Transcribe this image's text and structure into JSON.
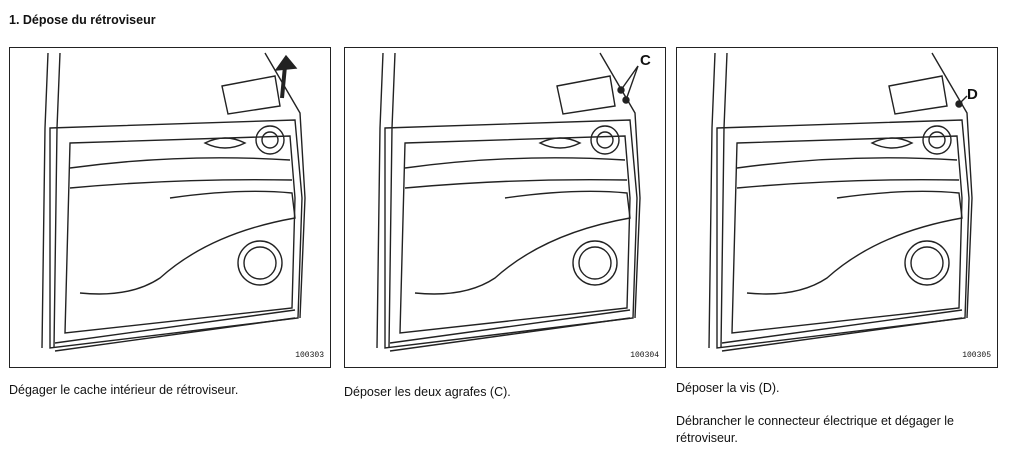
{
  "section_title": "1. Dépose du rétroviseur",
  "steps": [
    {
      "figure_ref": "100303",
      "callout": "",
      "caption": "Dégager le cache intérieur de rétroviseur."
    },
    {
      "figure_ref": "100304",
      "callout": "C",
      "caption": "Déposer les deux agrafes (C)."
    },
    {
      "figure_ref": "100305",
      "callout": "D",
      "caption": "Déposer la vis (D).",
      "caption2": "Débrancher le connecteur électrique et dégager le rétroviseur."
    }
  ]
}
